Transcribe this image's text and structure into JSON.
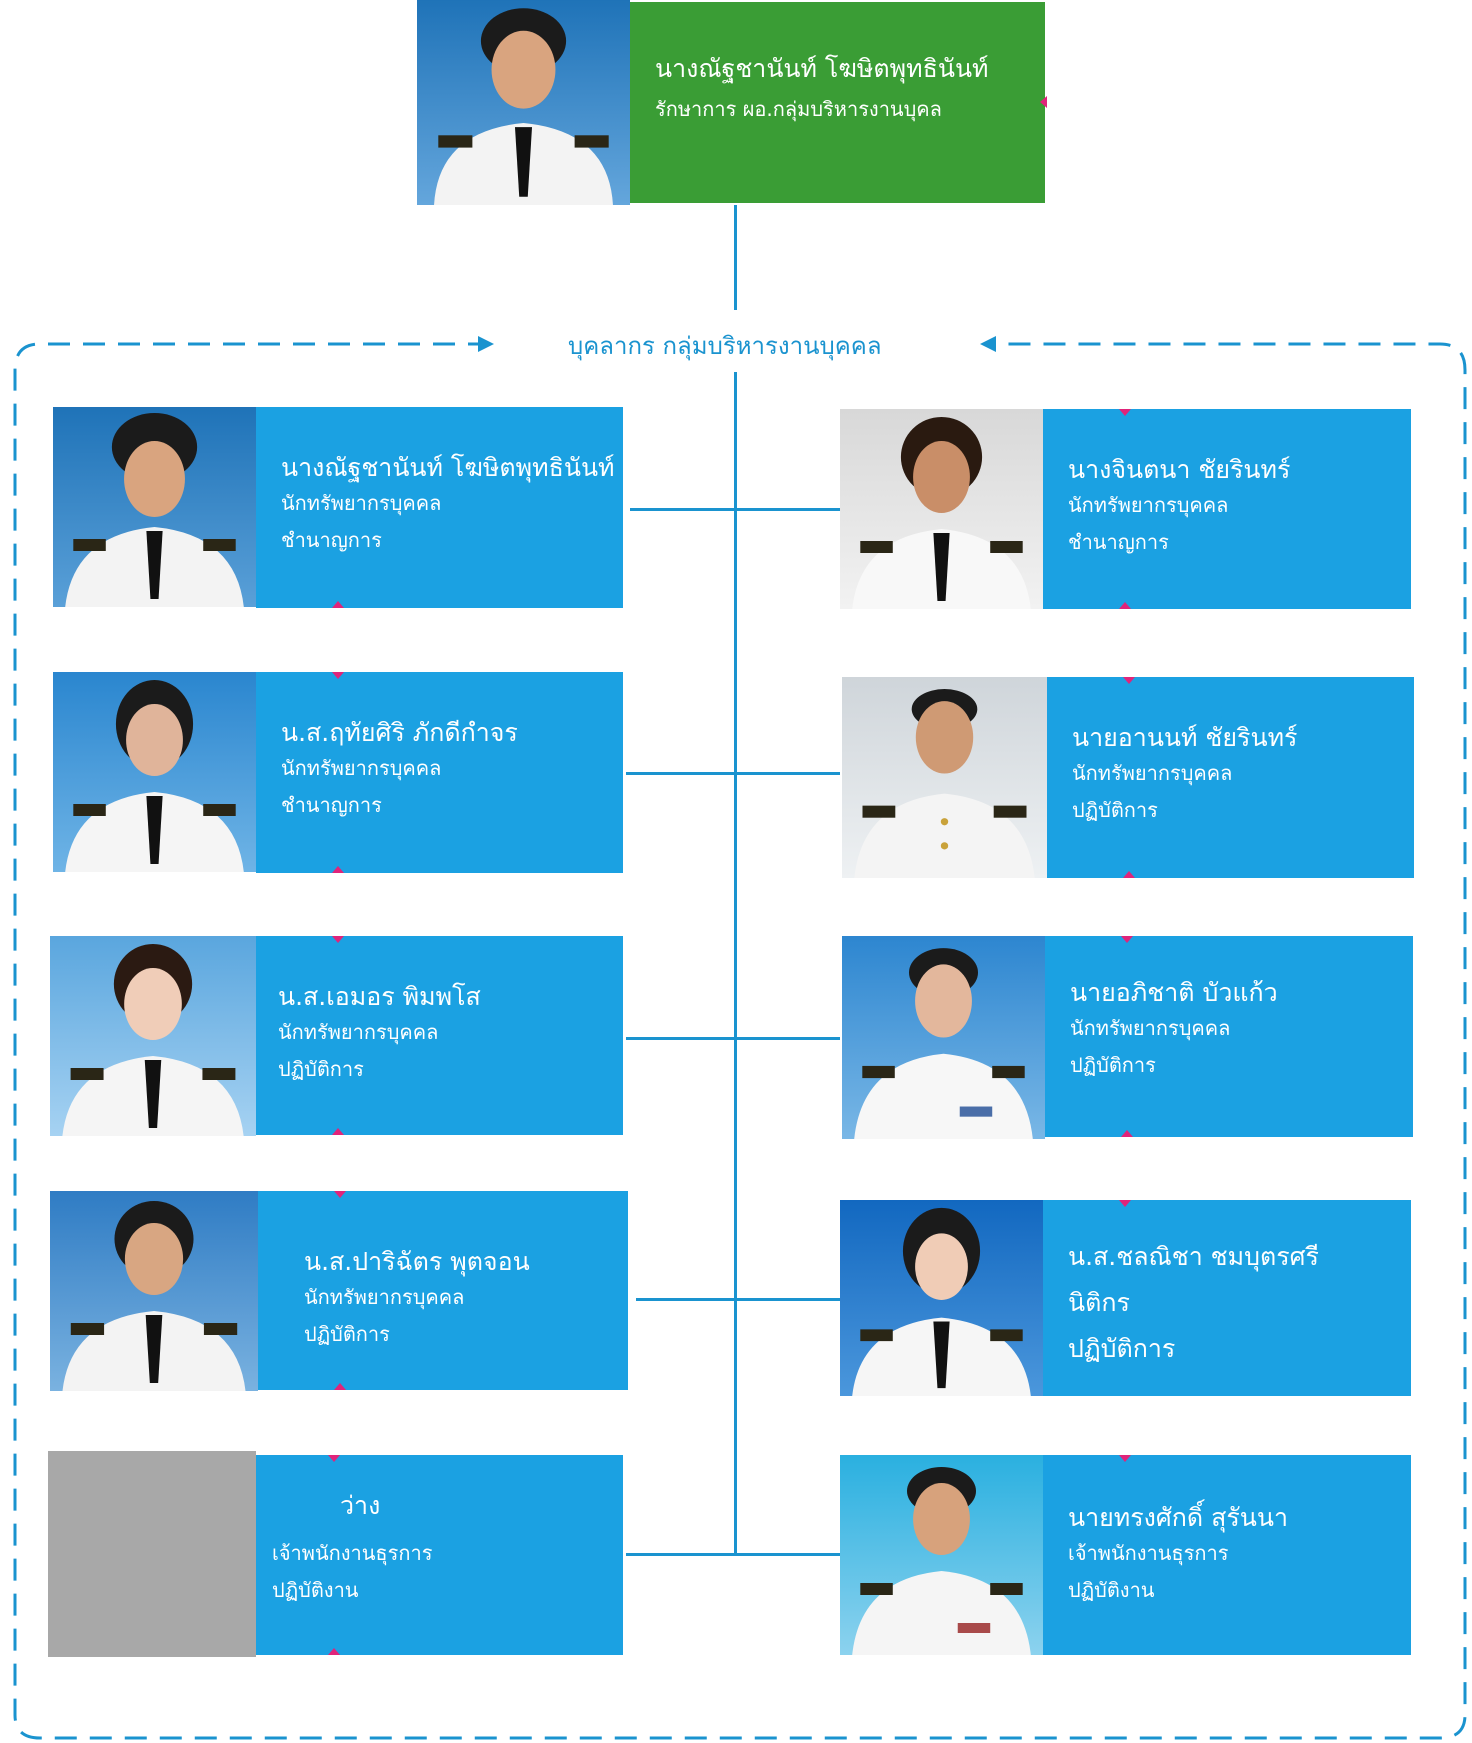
{
  "head": {
    "name": "นางณัฐชานันท์ โฆษิตพุทธินันท์",
    "position": "รักษาการ ผอ.กลุ่มบริหารงานบุคล"
  },
  "group_label": "บุคลากร กลุ่มบริหารงานบุคคล",
  "colors": {
    "head_card": "#3a9d35",
    "staff_card": "#1ba1e2",
    "connector": "#1a93cf",
    "vacant_photo": "#a8a8a8"
  },
  "left": [
    {
      "name": "นางณัฐชานันท์ โฆษิตพุทธินันท์",
      "line1": "นักทรัพยากรบุคคล",
      "line2": "ชำนาญการ"
    },
    {
      "name": "น.ส.ฤทัยศิริ ภักดีกำจร",
      "line1": "นักทรัพยากรบุคคล",
      "line2": "ชำนาญการ"
    },
    {
      "name": "น.ส.เอมอร พิมพโส",
      "line1": "นักทรัพยากรบุคคล",
      "line2": "ปฏิบัติการ"
    },
    {
      "name": "น.ส.ปาริฉัตร พุตจอน",
      "line1": "นักทรัพยากรบุคคล",
      "line2": "ปฏิบัติการ"
    },
    {
      "name": "ว่าง",
      "line1": "เจ้าพนักงานธุรการ",
      "line2": "ปฏิบัติงาน"
    }
  ],
  "right": [
    {
      "name": "นางจินตนา ชัยรินทร์",
      "line1": "นักทรัพยากรบุคคล",
      "line2": "ชำนาญการ"
    },
    {
      "name": "นายอานนท์ ชัยรินทร์",
      "line1": "นักทรัพยากรบุคคล",
      "line2": "ปฏิบัติการ"
    },
    {
      "name": "นายอภิชาติ บัวแก้ว",
      "line1": "นักทรัพยากรบุคคล",
      "line2": "ปฏิบัติการ"
    },
    {
      "name": "น.ส.ชลณิชา ชมบุตรศรี",
      "line1": "นิติกร",
      "line2": "ปฏิบัติการ"
    },
    {
      "name": "นายทรงศักดิ์ สุรันนา",
      "line1": "เจ้าพนักงานธุรการ",
      "line2": "ปฏิบัติงาน"
    }
  ]
}
